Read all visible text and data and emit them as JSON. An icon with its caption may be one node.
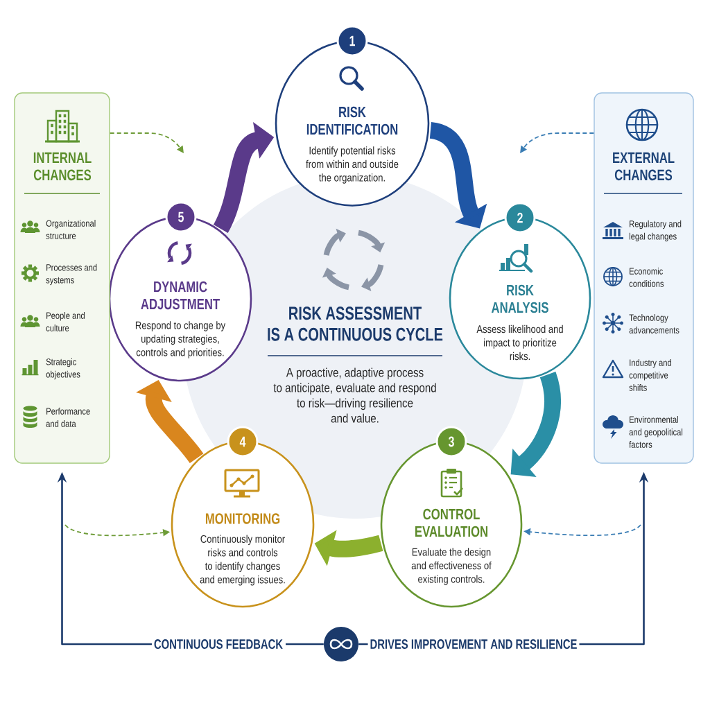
{
  "diagram": {
    "title": "RISK ASSESSMENT IS A CONTINUOUS CYCLE",
    "nodes": [
      {
        "text": [
          "1",
          "RISK IDENTIFICATION",
          "Identify potential risks from within and outside the organization."
        ]
      },
      {
        "text": [
          "2",
          "RISK ANALYSIS",
          "Assess likelihood and impact to prioritize risks."
        ]
      },
      {
        "text": [
          "3",
          "CONTROL EVALUATION",
          "Evaluate the design and effectiveness of existing controls."
        ]
      },
      {
        "text": [
          "4",
          "MONITORING",
          "Continuously monitor risks and controls to identify changes and emerging issues."
        ]
      },
      {
        "text": [
          "5",
          "DYNAMIC ADJUSTMENT",
          "Respond to change by updating strategies, controls and priorities."
        ]
      },
      {
        "text": [
          "INTERNAL CHANGES",
          "Organizational structure",
          "Processes and systems",
          "People and culture",
          "Strategic objectives",
          "Performance and data"
        ]
      },
      {
        "text": [
          "EXTERNAL CHANGES",
          "Regulatory and legal changes",
          "Economic conditions",
          "Technology advancements",
          "Industry and competitive shifts",
          "Environmental and geopolitical factors"
        ]
      },
      {
        "text": [],
        "shape": "circle"
      }
    ],
    "edges": [
      {
        "from": 0,
        "to": 1,
        "arrow": "to",
        "style": "thick",
        "color": "#1f56a5"
      },
      {
        "from": 1,
        "to": 2,
        "arrow": "to",
        "style": "thick",
        "color": "#2a8fa6"
      },
      {
        "from": 2,
        "to": 3,
        "arrow": "to",
        "style": "thick",
        "color": "#8cb02e"
      },
      {
        "from": 3,
        "to": 4,
        "arrow": "to",
        "style": "thick",
        "color": "#d9861e"
      },
      {
        "from": 4,
        "to": 0,
        "arrow": "to",
        "style": "thick",
        "color": "#5a3a8a"
      },
      {
        "from": 5,
        "to": null,
        "arrow": "to",
        "style": "dashed",
        "color": "#6e9c38"
      },
      {
        "from": 6,
        "to": null,
        "arrow": "to",
        "style": "dashed",
        "color": "#3a7db4"
      },
      {
        "from": null,
        "to": 3,
        "arrow": "to",
        "style": "dashed",
        "color": "#6e9c38"
      },
      {
        "from": null,
        "to": 2,
        "arrow": "to",
        "style": "dashed",
        "color": "#3a7db4"
      },
      {
        "from": 7,
        "to": 5,
        "arrow": "to",
        "label": "CONTINUOUS FEEDBACK",
        "color": "#1b3a6b"
      },
      {
        "from": 7,
        "to": 6,
        "arrow": "to",
        "label": "DRIVES IMPROVEMENT AND RESILIENCE",
        "color": "#1b3a6b"
      }
    ],
    "labels": [
      "A proactive, adaptive process to anticipate, evaluate and respond to risk—driving resilience and value."
    ]
  }
}
